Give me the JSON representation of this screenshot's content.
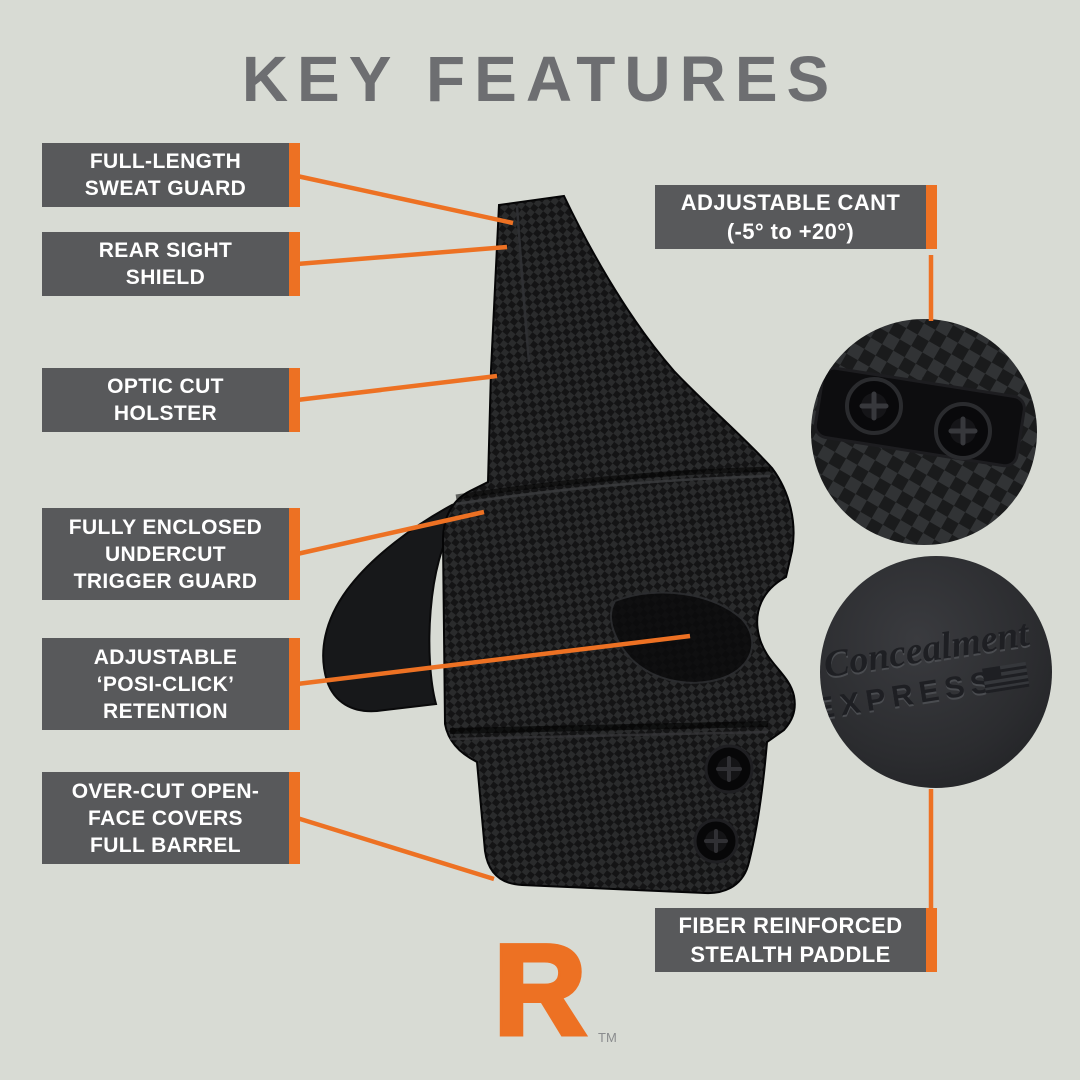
{
  "page": {
    "title": "KEY FEATURES"
  },
  "palette": {
    "background": "#D8DBD4",
    "panel_gray": "#58595B",
    "accent_orange": "#ED7123",
    "title_gray": "#6D6E71"
  },
  "callouts": {
    "sweat_guard": {
      "line1": "FULL-LENGTH",
      "line2": "SWEAT GUARD"
    },
    "rear_sight": {
      "line1": "REAR SIGHT",
      "line2": "SHIELD"
    },
    "optic_cut": {
      "line1": "OPTIC CUT",
      "line2": "HOLSTER"
    },
    "trigger_guard": {
      "line1": "FULLY ENCLOSED",
      "line2": "UNDERCUT",
      "line3": "TRIGGER GUARD"
    },
    "retention": {
      "line1": "ADJUSTABLE",
      "line2": "‘POSI-CLICK’",
      "line3": "RETENTION"
    },
    "over_cut": {
      "line1": "OVER-CUT OPEN-",
      "line2": "FACE COVERS",
      "line3": "FULL BARREL"
    },
    "cant": {
      "line1": "ADJUSTABLE CANT",
      "line2": "(-5° to +20°)"
    },
    "paddle": {
      "line1": "FIBER REINFORCED",
      "line2": "STEALTH PADDLE"
    }
  },
  "insets": {
    "brand_script": "Concealment",
    "brand_block": "EXPRESS"
  },
  "logo": {
    "letter": "R",
    "trademark": "TM"
  }
}
